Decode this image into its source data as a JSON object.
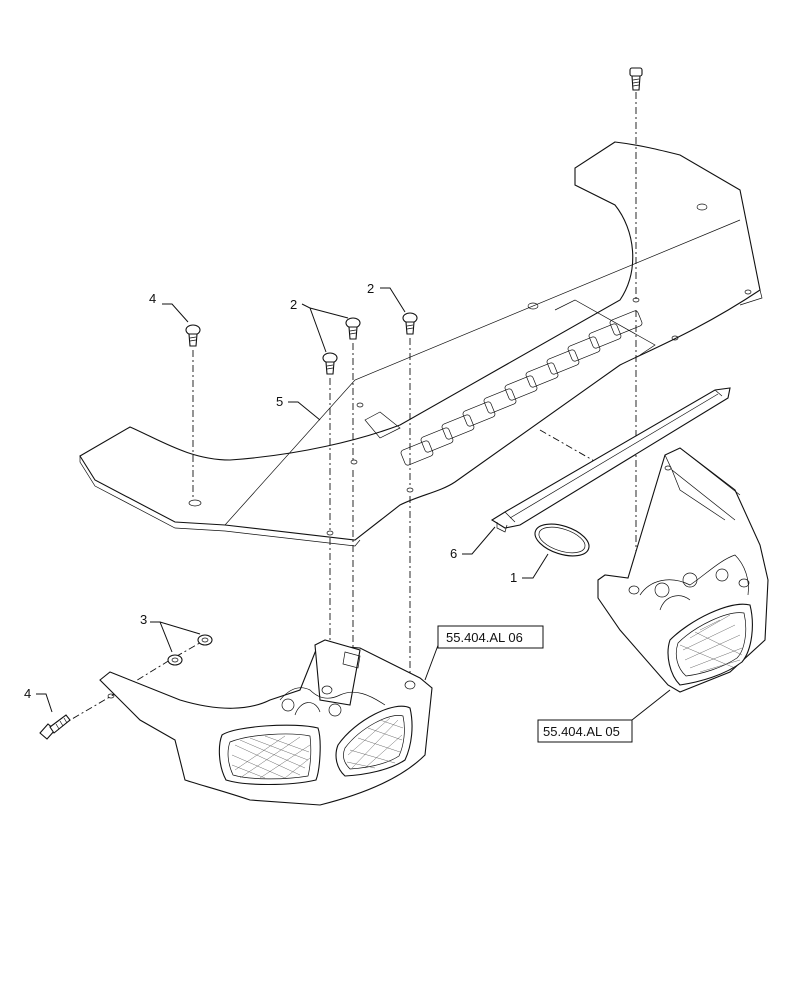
{
  "callouts": {
    "c1": "1",
    "c2a": "2",
    "c2b": "2",
    "c3": "3",
    "c4a": "4",
    "c4b": "4",
    "c5": "5",
    "c6": "6"
  },
  "references": {
    "left_lamp": "55.404.AL 06",
    "right_lamp": "55.404.AL 05"
  }
}
